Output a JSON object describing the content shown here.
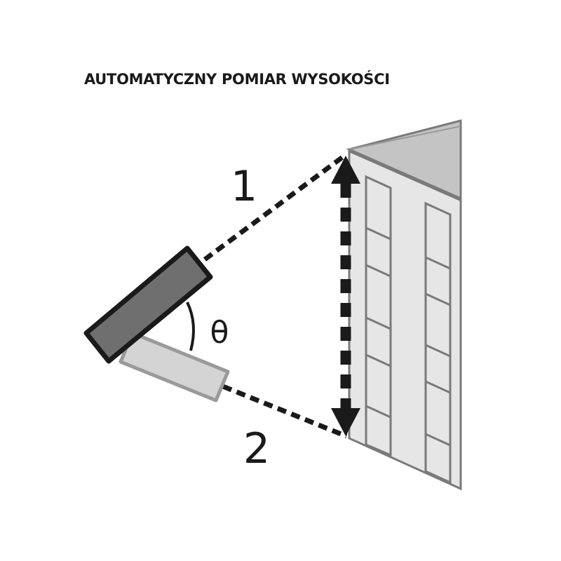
{
  "title": "AUTOMATYCZNY POMIAR WYSOKOŚCI",
  "labels": {
    "beam_top": "1",
    "beam_bottom": "2",
    "angle": "θ"
  },
  "colors": {
    "ink": "#1a1a1a",
    "device_top_fill": "#6f6f6f",
    "device_bottom_fill": "#d4d4d4",
    "building_front": "#e6e6e6",
    "building_roof": "#c4c4c4",
    "building_lines": "#7a7a7a"
  }
}
